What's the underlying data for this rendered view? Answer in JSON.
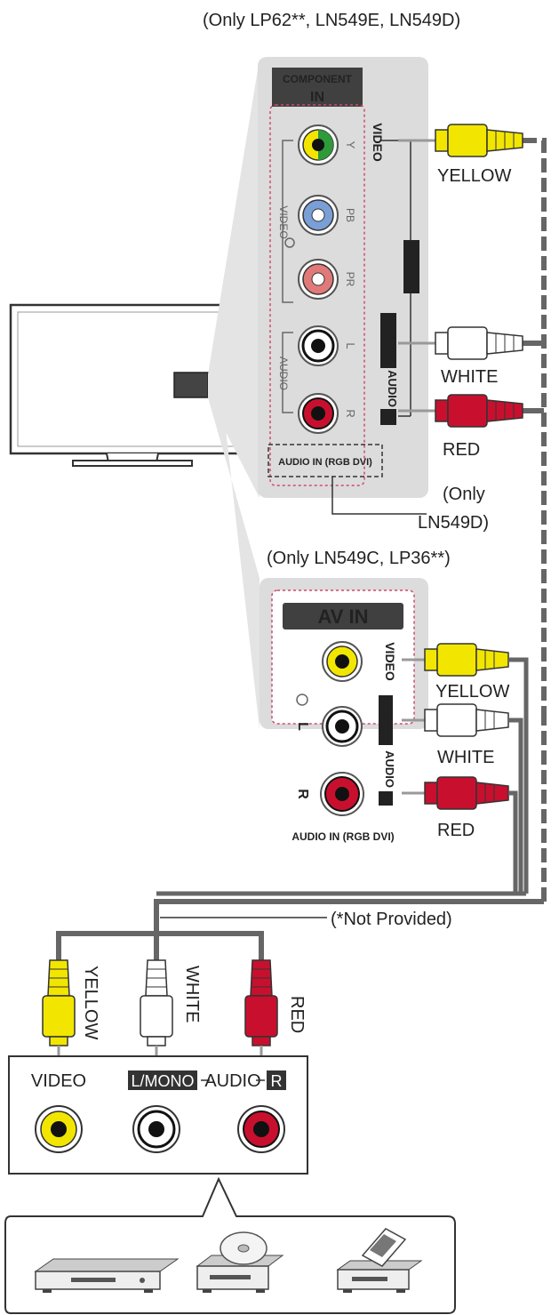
{
  "captions": {
    "top_models": "(Only LP62**, LN549E, LN549D)",
    "only_ln549d_line1": "(Only",
    "only_ln549d_line2": "LN549D)",
    "mid_models": "(Only LN549C, LP36**)",
    "not_provided": "(*Not Provided)"
  },
  "component_panel": {
    "title_line1": "COMPONENT",
    "title_line2": "IN",
    "video_group": "VIDEO",
    "audio_group": "AUDIO",
    "jacks": [
      "Y",
      "PB",
      "PR",
      "L",
      "R"
    ],
    "side_video": "VIDEO",
    "side_av_in": "AV IN",
    "side_lmono": "L/MONO",
    "side_audio": "AUDIO",
    "side_r": "R",
    "audio_in_rgb": "AUDIO IN (RGB DVI)"
  },
  "av_panel": {
    "title": "AV IN",
    "l": "L",
    "r": "R",
    "side_video": "VIDEO",
    "side_lmono": "L/MONO",
    "side_audio": "AUDIO",
    "side_r": "R",
    "audio_in_rgb": "AUDIO IN (RGB DVI)"
  },
  "cable_labels": {
    "top": [
      "YELLOW",
      "WHITE",
      "RED"
    ],
    "mid": [
      "YELLOW",
      "WHITE",
      "RED"
    ],
    "bottom": [
      "YELLOW",
      "WHITE",
      "RED"
    ]
  },
  "device_panel": {
    "video": "VIDEO",
    "lmono": "L/MONO",
    "audio": "AUDIO",
    "r": "R"
  },
  "colors": {
    "yellow": "#f2e600",
    "white": "#ffffff",
    "red": "#c8102e",
    "green": "#2e9a3a",
    "blue": "#7a9fd6",
    "pink": "#e07a78",
    "panel_gray": "#dcdcdc",
    "cable_gray": "#777777"
  },
  "icons": [
    "tv-icon",
    "dvd-player-icon",
    "disc-player-icon",
    "game-console-icon"
  ]
}
